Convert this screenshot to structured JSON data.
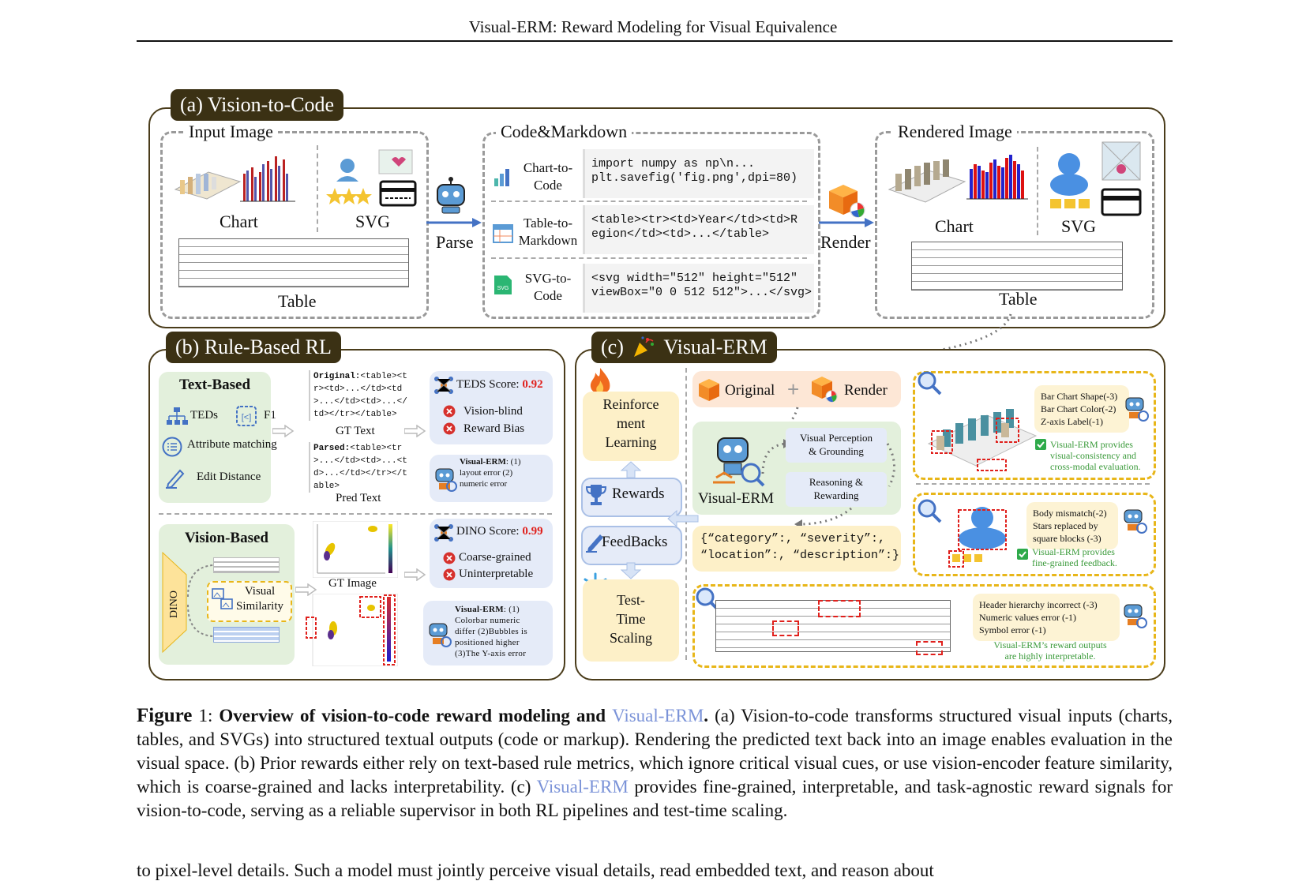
{
  "header": {
    "running_title": "Visual-ERM: Reward Modeling for Visual Equivalence"
  },
  "panel_a": {
    "tag": "(a) Vision-to-Code",
    "input": {
      "title": "Input Image",
      "chart": "Chart",
      "svg": "SVG",
      "table": "Table"
    },
    "parse": "Parse",
    "code": {
      "title": "Code&Markdown",
      "rows": [
        {
          "label": "Chart-to-\nCode",
          "code": "import numpy as np\\n...\nplt.savefig('fig.png',dpi=80)"
        },
        {
          "label": "Table-to-\nMarkdown",
          "code": "<table><tr><td>Year</td><td>R\negion</td><td>...</table>"
        },
        {
          "label": "SVG-to-\nCode",
          "code": "<svg width=\"512\" height=\"512\"\nviewBox=\"0 0 512 512\">...</svg>"
        }
      ]
    },
    "render": "Render",
    "rendered": {
      "title": "Rendered Image",
      "chart": "Chart",
      "svg": "SVG",
      "table": "Table"
    }
  },
  "panel_b": {
    "tag": "(b) Rule-Based RL",
    "text_based": {
      "title": "Text-Based",
      "teds": "TEDs",
      "f1": "F1",
      "attribute": "Attribute matching",
      "edit": "Edit Distance",
      "original_key": "Original:",
      "original_code": "<table><t\nr><td>...</td><td\n>...</td><td>...</\ntd></tr></table>",
      "gt_text": "GT Text",
      "parsed_key": "Parsed:",
      "parsed_code": "<table><tr\n>...</td><td>...<t\nd>...</td></tr></t\nable>",
      "pred_text": "Pred Text",
      "score_label": "TEDS Score: ",
      "score_value": "0.92",
      "issues": [
        "Vision-blind",
        "Reward Bias"
      ],
      "erm_key": "Visual-ERM",
      "erm_text": ": (1)\nlayout error (2)\nnumeric error"
    },
    "vision_based": {
      "title": "Vision-Based",
      "dino": "DINO",
      "visual_similarity": "Visual\nSimilarity",
      "gt_image": "GT Image",
      "score_label": "DINO Score: ",
      "score_value": "0.99",
      "issues": [
        "Coarse-grained",
        "Uninterpretable"
      ],
      "erm_key": "Visual-ERM",
      "erm_text": ": (1)\nColorbar numeric\ndiffer (2)Bubbles is\npositioned higher\n(3)The Y-axis error"
    }
  },
  "panel_c": {
    "tag": "(c)",
    "tag_name": "Visual-ERM",
    "loop": {
      "rl": "Reinforce\nment\nLearning",
      "rewards": "Rewards",
      "feedbacks": "FeedBacks",
      "tts": "Test-\nTime\nScaling"
    },
    "original": "Original",
    "plus": "+",
    "render": "Render",
    "model_name": "Visual-ERM",
    "perception": "Visual Perception\n& Grounding",
    "reasoning": "Reasoning &\nRewarding",
    "json_line1": "{“category”:, “severity”:,",
    "json_line2": "“location”:, “description”:}",
    "example1": {
      "errors": [
        "Bar Chart Shape(-3)",
        "Bar Chart Color(-2)",
        "Z-axis Label(-1)"
      ],
      "summary": "Visual-ERM provides\nvisual-consistency and\ncross-modal evaluation."
    },
    "example2": {
      "errors": [
        "Body mismatch(-2)",
        "Stars replaced by",
        "square blocks (-3)"
      ],
      "summary": "Visual-ERM provides\nfine-grained feedback."
    },
    "example3": {
      "errors": [
        "Header hierarchy incorrect (-3)",
        "Numeric values error (-1)",
        "Symbol error (-1)"
      ],
      "summary": "Visual-ERM’s reward outputs\nare highly interpretable."
    }
  },
  "caption": {
    "figure_label": "Figure",
    "figure_number": " 1: ",
    "bold_part1": "Overview of vision-to-code reward modeling and ",
    "bold_link": "Visual-ERM",
    "bold_period": ".",
    "text1": " (a) Vision-to-code transforms structured visual inputs (charts, tables, and SVGs) into structured textual outputs (code or markup). Rendering the predicted text back into an image enables evaluation in the visual space. (b) Prior rewards either rely on text-based rule metrics, which ignore critical visual cues, or use vision-encoder feature similarity, which is coarse-grained and lacks interpretability. (c) ",
    "link2": "Visual-ERM",
    "text2": " provides fine-grained, interpretable, and task-agnostic reward signals for vision-to-code, serving as a reliable supervisor in both RL pipelines and test-time scaling."
  },
  "body_partial": "to pixel-level details. Such a model must jointly perceive visual details, read embedded text, and reason about",
  "colors": {
    "tag_bg": "#3b3114",
    "link": "#7b93d8",
    "red": "#e0201c",
    "green_text": "#3a9a3a",
    "erm_border": "#e8b619"
  }
}
